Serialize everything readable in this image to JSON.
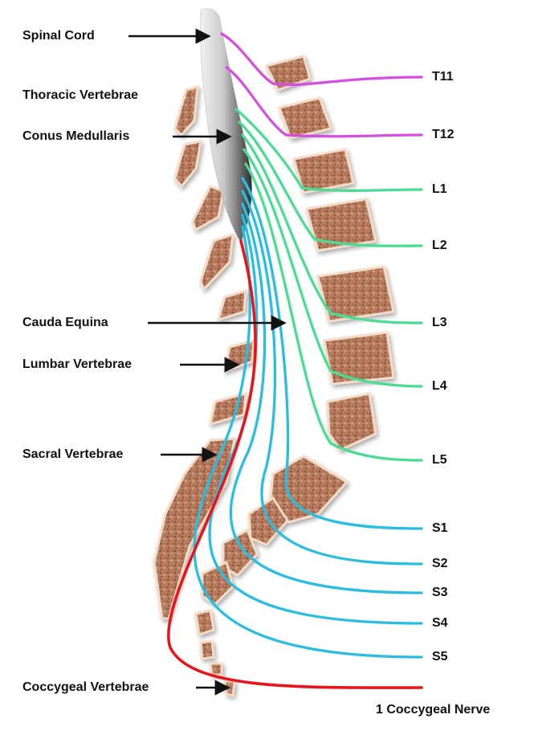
{
  "labels": {
    "spinal_cord": "Spinal Cord",
    "thoracic_vertebrae": "Thoracic Vertebrae",
    "conus_medullaris": "Conus Medullaris",
    "cauda_equina": "Cauda Equina",
    "lumbar_vertebrae": "Lumbar Vertebrae",
    "sacral_vertebrae": "Sacral Vertebrae",
    "coccygeal_vertebrae": "Coccygeal Vertebrae",
    "coccygeal_nerve": "1 Coccygeal Nerve"
  },
  "nerves": {
    "t11": "T11",
    "t12": "T12",
    "l1": "L1",
    "l2": "L2",
    "l3": "L3",
    "l4": "L4",
    "l5": "L5",
    "s1": "S1",
    "s2": "S2",
    "s3": "S3",
    "s4": "S4",
    "s5": "S5"
  },
  "colors": {
    "thoracic_nerves": "#d44fe0",
    "lumbar_nerves": "#49dc93",
    "sacral_nerves": "#29bde2",
    "coccygeal_nerve": "#e8161b",
    "bone": "#b77a5c",
    "bone_outline": "#f3dcc6"
  }
}
